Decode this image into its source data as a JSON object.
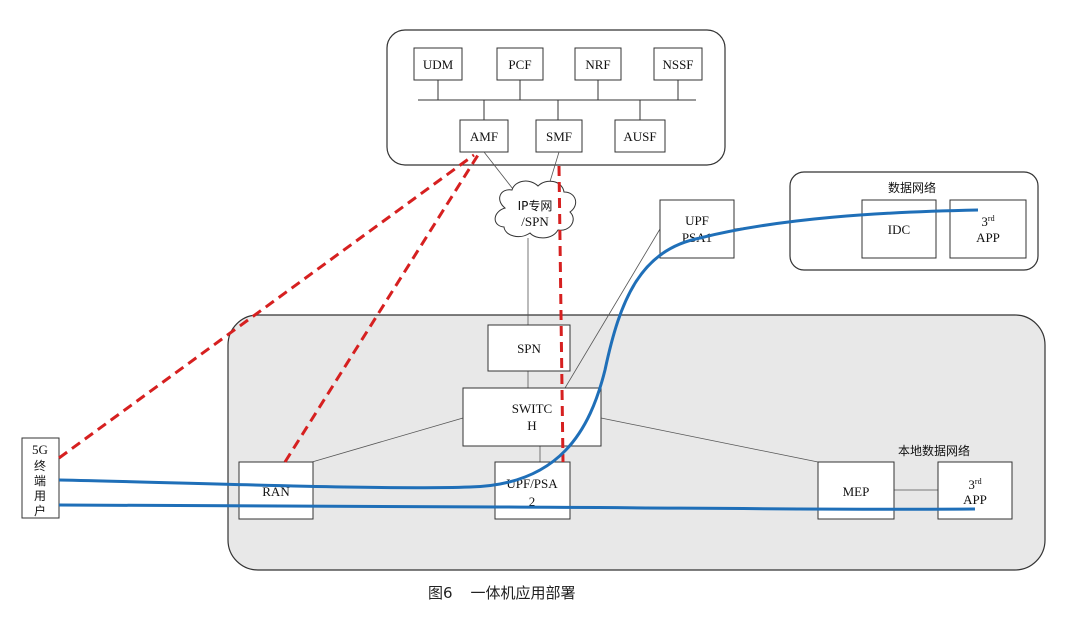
{
  "core": {
    "nodes": [
      "UDM",
      "PCF",
      "NRF",
      "NSSF",
      "AMF",
      "SMF",
      "AUSF"
    ]
  },
  "cloud": {
    "line1": "IP专网",
    "line2": "/SPN"
  },
  "upf_psa1": {
    "line1": "UPF",
    "line2": "PSA1"
  },
  "data_network": {
    "title": "数据网络",
    "idc": "IDC",
    "app_sup": "rd",
    "app_num": "3",
    "app_label": "APP"
  },
  "local": {
    "spn": "SPN",
    "switch_line1": "SWITC",
    "switch_line2": "H",
    "ran": "RAN",
    "upf_line1": "UPF/PSA",
    "upf_line2": "2",
    "mep": "MEP",
    "title": "本地数据网络",
    "app_num": "3",
    "app_sup": "rd",
    "app_label": "APP"
  },
  "terminal": {
    "chars": [
      "5G",
      "终",
      "端",
      "用",
      "户"
    ]
  },
  "caption": {
    "figure": "图6",
    "text": "一体机应用部署"
  },
  "colors": {
    "signaling": "#d62020",
    "user_plane": "#1f6fb8",
    "local_bg": "#e8e8e8",
    "line": "#555555"
  }
}
